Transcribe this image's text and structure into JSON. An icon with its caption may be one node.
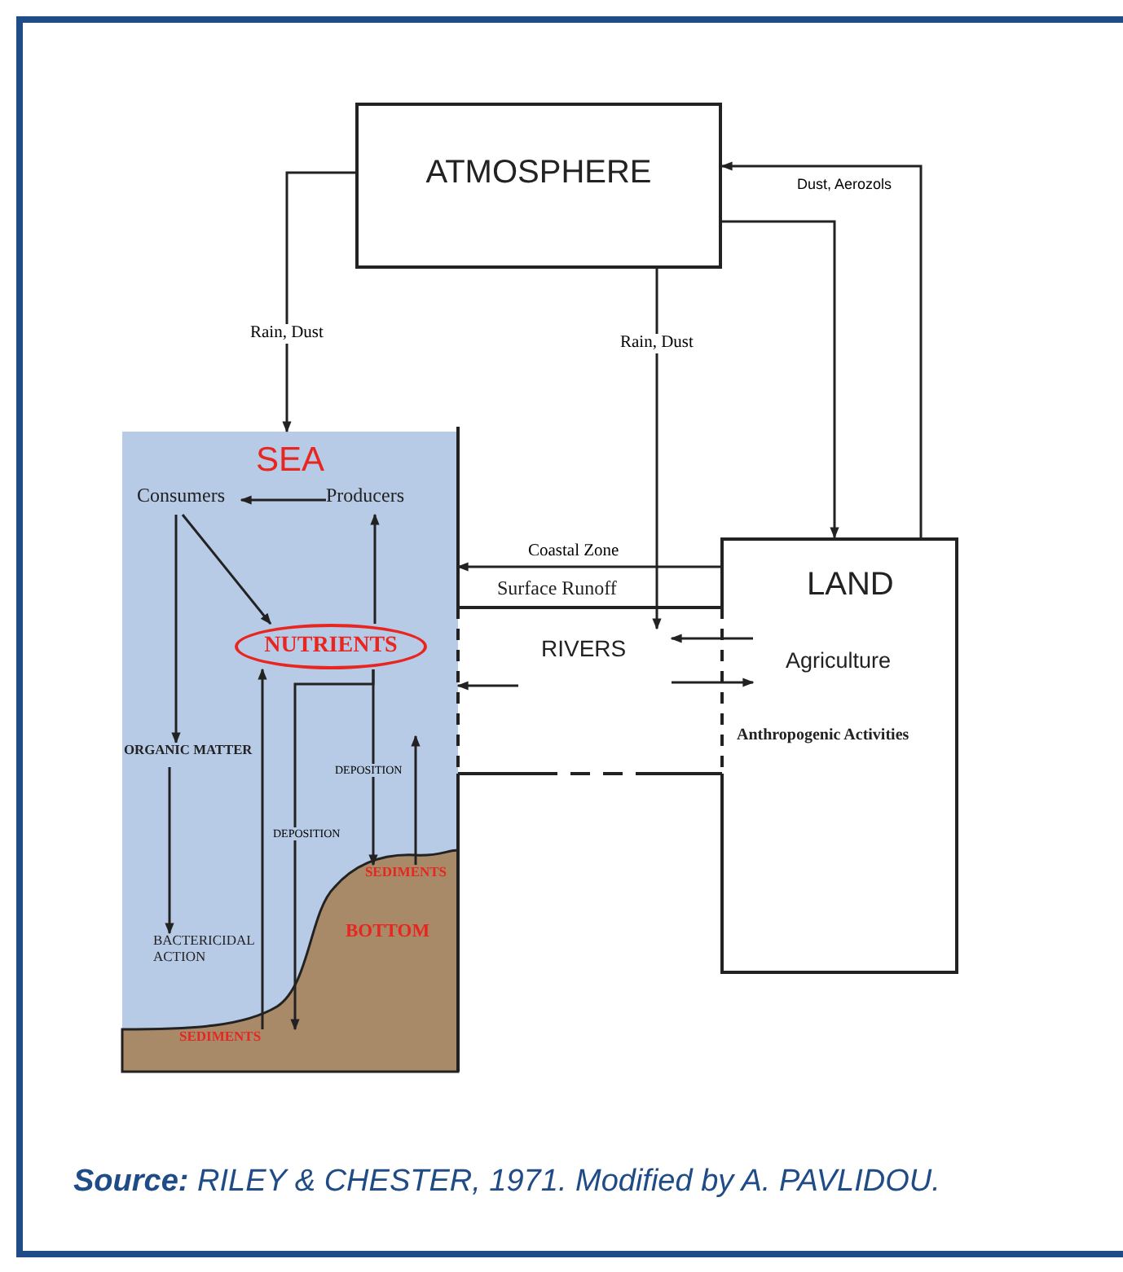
{
  "diagram": {
    "caption": "**Source:** RILEY & CHESTER, 1971. Modified by A. PAVLIDOU.",
    "nodes": [
      {
        "text": [
          "ATMOSPHERE"
        ]
      },
      {
        "text": [
          "SEA"
        ]
      },
      {
        "text": [
          "Consumers"
        ],
        "in": 1
      },
      {
        "text": [
          "Producers"
        ],
        "in": 1
      },
      {
        "text": [
          "NUTRIENTS"
        ],
        "in": 1
      },
      {
        "text": [
          "ORGANIC MATTER"
        ],
        "in": 1
      },
      {
        "text": [
          "BACTERICIDAL ACTION"
        ],
        "in": 1
      },
      {
        "text": [
          "SEDIMENTS"
        ],
        "in": 1
      },
      {
        "text": [
          "SEDIMENTS"
        ],
        "in": 1
      },
      {
        "text": [
          "LAND"
        ]
      },
      {
        "text": [
          "Agriculture"
        ],
        "in": 9
      },
      {
        "text": [
          "RIVERS"
        ]
      }
    ],
    "edges": [
      {
        "from": 0,
        "to": 1,
        "arrow": "to",
        "label": "Rain, Dust"
      },
      {
        "from": 0,
        "to": 9,
        "arrow": "to"
      },
      {
        "from": 9,
        "to": 0,
        "arrow": "to",
        "label": "Dust, Aerozols"
      },
      {
        "from": 0,
        "to": 11,
        "arrow": "to",
        "label": "Rain, Dust"
      },
      {
        "from": 9,
        "to": 1,
        "arrow": "to",
        "label": "Coastal Zone"
      },
      {
        "from": 10,
        "to": 11,
        "arrow": "to"
      },
      {
        "from": 11,
        "to": 10,
        "arrow": "to"
      },
      {
        "from": 11,
        "to": 1,
        "arrow": "to"
      },
      {
        "from": 3,
        "to": 2,
        "arrow": "to"
      },
      {
        "from": 2,
        "to": 4,
        "arrow": "to"
      },
      {
        "from": 4,
        "to": 3,
        "arrow": "to"
      },
      {
        "from": 2,
        "to": 5,
        "arrow": "to"
      },
      {
        "from": 5,
        "to": 6,
        "arrow": "to"
      },
      {
        "from": 8,
        "to": 4,
        "arrow": "to"
      },
      {
        "from": 4,
        "to": 7,
        "arrow": "to",
        "label": "DEPOSITION"
      },
      {
        "from": 4,
        "to": 8,
        "arrow": "to",
        "label": "DEPOSITION"
      },
      {
        "from": 7,
        "to": null,
        "arrow": "to"
      }
    ],
    "labels": [
      "Surface Runoff",
      "Anthropogenic Activities",
      "BOTTOM"
    ]
  }
}
